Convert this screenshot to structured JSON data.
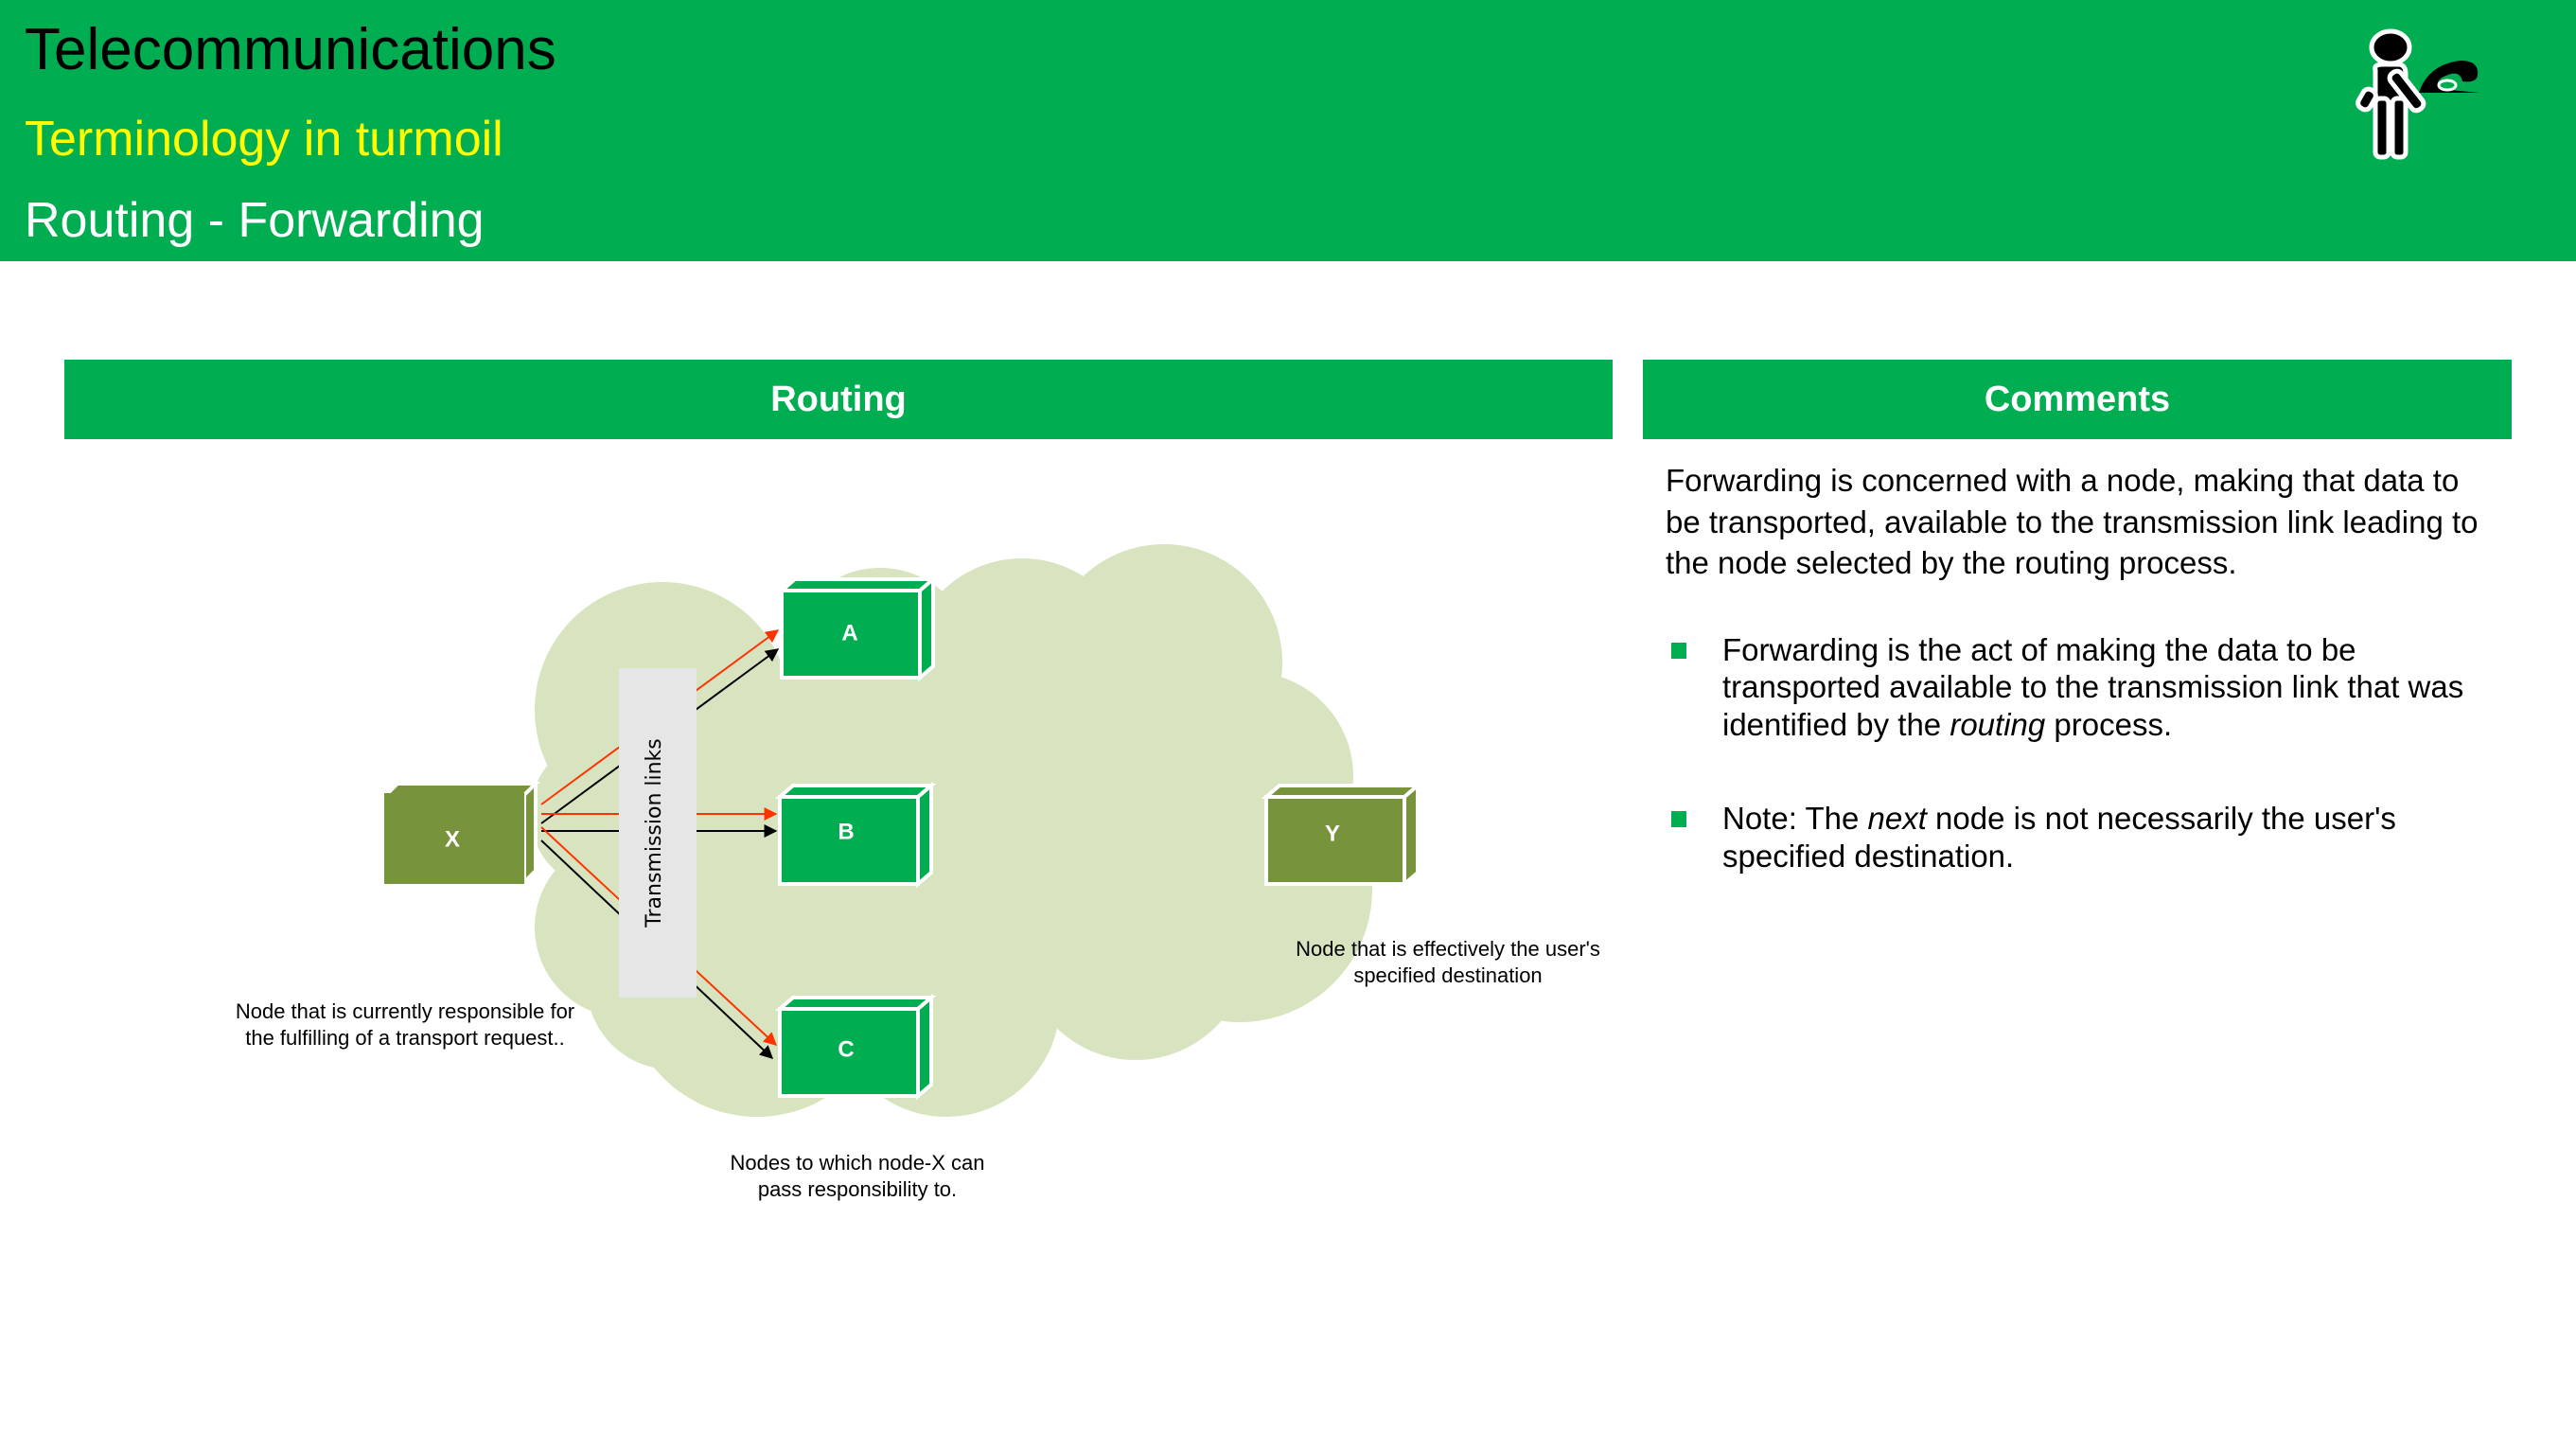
{
  "header": {
    "title": "Telecommunications",
    "subtitle": "Terminology in turmoil",
    "topic": "Routing - Forwarding",
    "logo_icon": "person-with-telephone-icon"
  },
  "colors": {
    "brand_green": "#00ae51",
    "subtitle_yellow": "#ffff00",
    "cloud": "#d8e4bf",
    "origin_node": "#77933c",
    "next_node": "#00ae51",
    "link_red": "#ff3300",
    "link_black": "#000000",
    "links_band": "#e6e6e6"
  },
  "routing_panel": {
    "heading": "Routing",
    "nodes": {
      "x": "X",
      "a": "A",
      "b": "B",
      "c": "C",
      "y": "Y"
    },
    "links_label": "Transmission links",
    "captions": {
      "origin": [
        "Node that is currently responsible for",
        "the fulfilling of a transport request.."
      ],
      "next_nodes": [
        "Nodes to which node-X can",
        "pass responsibility to."
      ],
      "destination": [
        "Node that is effectively the user's",
        "specified destination"
      ]
    }
  },
  "comments_panel": {
    "heading": "Comments",
    "intro": "Forwarding is concerned with a node, making that data to be transported, available to the transmission link leading to the node selected by the routing process.",
    "bullets": [
      {
        "before": "Forwarding is the act of making the data to be transported available to the transmission link that was identified by the ",
        "emphasis": "routing",
        "after": " process."
      },
      {
        "before": "Note: The ",
        "emphasis": "next",
        "after": " node is not necessarily the user's specified destination."
      }
    ]
  }
}
